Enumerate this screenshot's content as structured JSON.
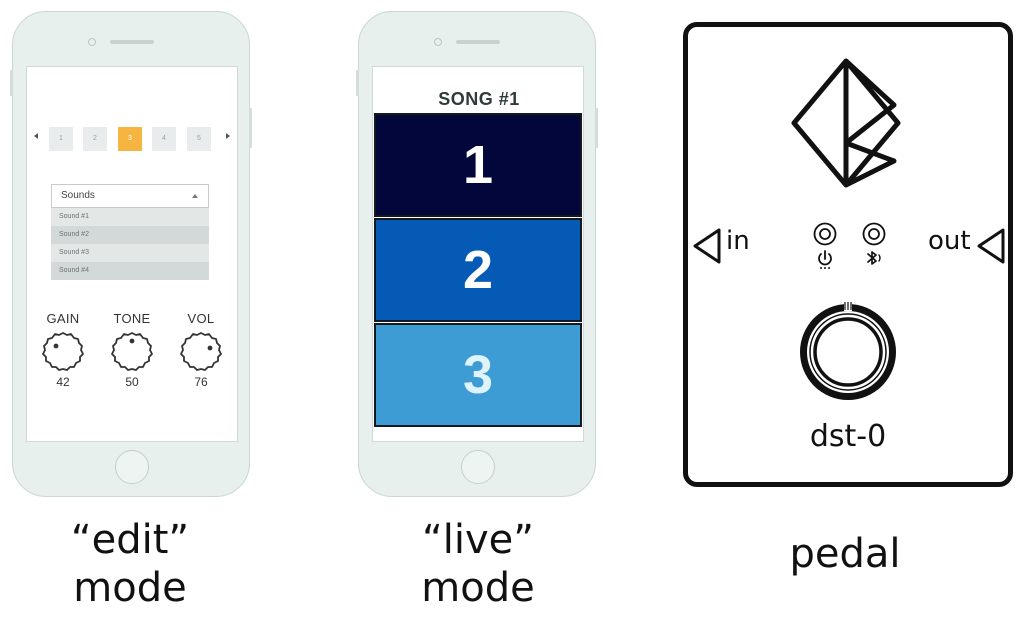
{
  "edit_screen": {
    "pages": [
      "1",
      "2",
      "3",
      "4",
      "5"
    ],
    "active_page": "3",
    "dropdown": {
      "selected": "Sounds",
      "options": [
        "Sound #1",
        "Sound #2",
        "Sound #3",
        "Sound #4"
      ]
    },
    "knobs": [
      {
        "label": "GAIN",
        "value": "42"
      },
      {
        "label": "TONE",
        "value": "50"
      },
      {
        "label": "VOL",
        "value": "76"
      }
    ]
  },
  "live_screen": {
    "title": "SONG #1",
    "buttons": [
      {
        "label": "1",
        "color": "#02063a",
        "text_color": "#ffffff"
      },
      {
        "label": "2",
        "color": "#055ab5",
        "text_color": "#ffffff"
      },
      {
        "label": "3",
        "color": "#3d9cd4",
        "text_color": "#dff3fb"
      }
    ]
  },
  "pedal": {
    "input_label": "in",
    "output_label": "out",
    "model_label": "dst-0"
  },
  "captions": {
    "edit_line1": "“edit”",
    "edit_line2": "mode",
    "live_line1": "“live”",
    "live_line2": "mode",
    "pedal": "pedal"
  },
  "colors": {
    "accent_orange": "#f5b540",
    "phone_body": "#e8f0ee"
  }
}
